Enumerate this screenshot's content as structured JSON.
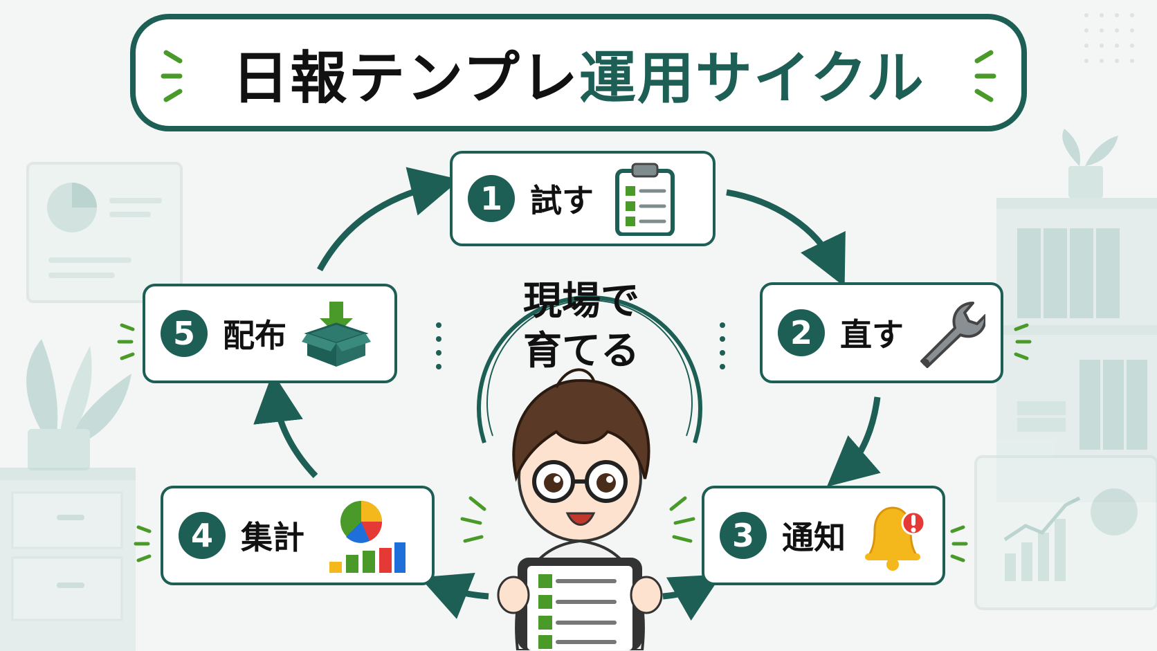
{
  "title": {
    "main": "日報テンプレ",
    "accent": "運用サイクル"
  },
  "center": {
    "line1": "現場で",
    "line2": "育てる"
  },
  "steps": [
    {
      "number": "1",
      "label": "試す",
      "icon": "clipboard-checklist-icon"
    },
    {
      "number": "2",
      "label": "直す",
      "icon": "wrench-icon"
    },
    {
      "number": "3",
      "label": "通知",
      "icon": "bell-alert-icon"
    },
    {
      "number": "4",
      "label": "集計",
      "icon": "pie-bar-chart-icon"
    },
    {
      "number": "5",
      "label": "配布",
      "icon": "download-box-icon"
    }
  ],
  "colors": {
    "primary": "#1d5e55",
    "accent_green": "#4a9a2a",
    "bell": "#f5b81c",
    "alert": "#e53935",
    "bg": "#f3f6f5"
  }
}
